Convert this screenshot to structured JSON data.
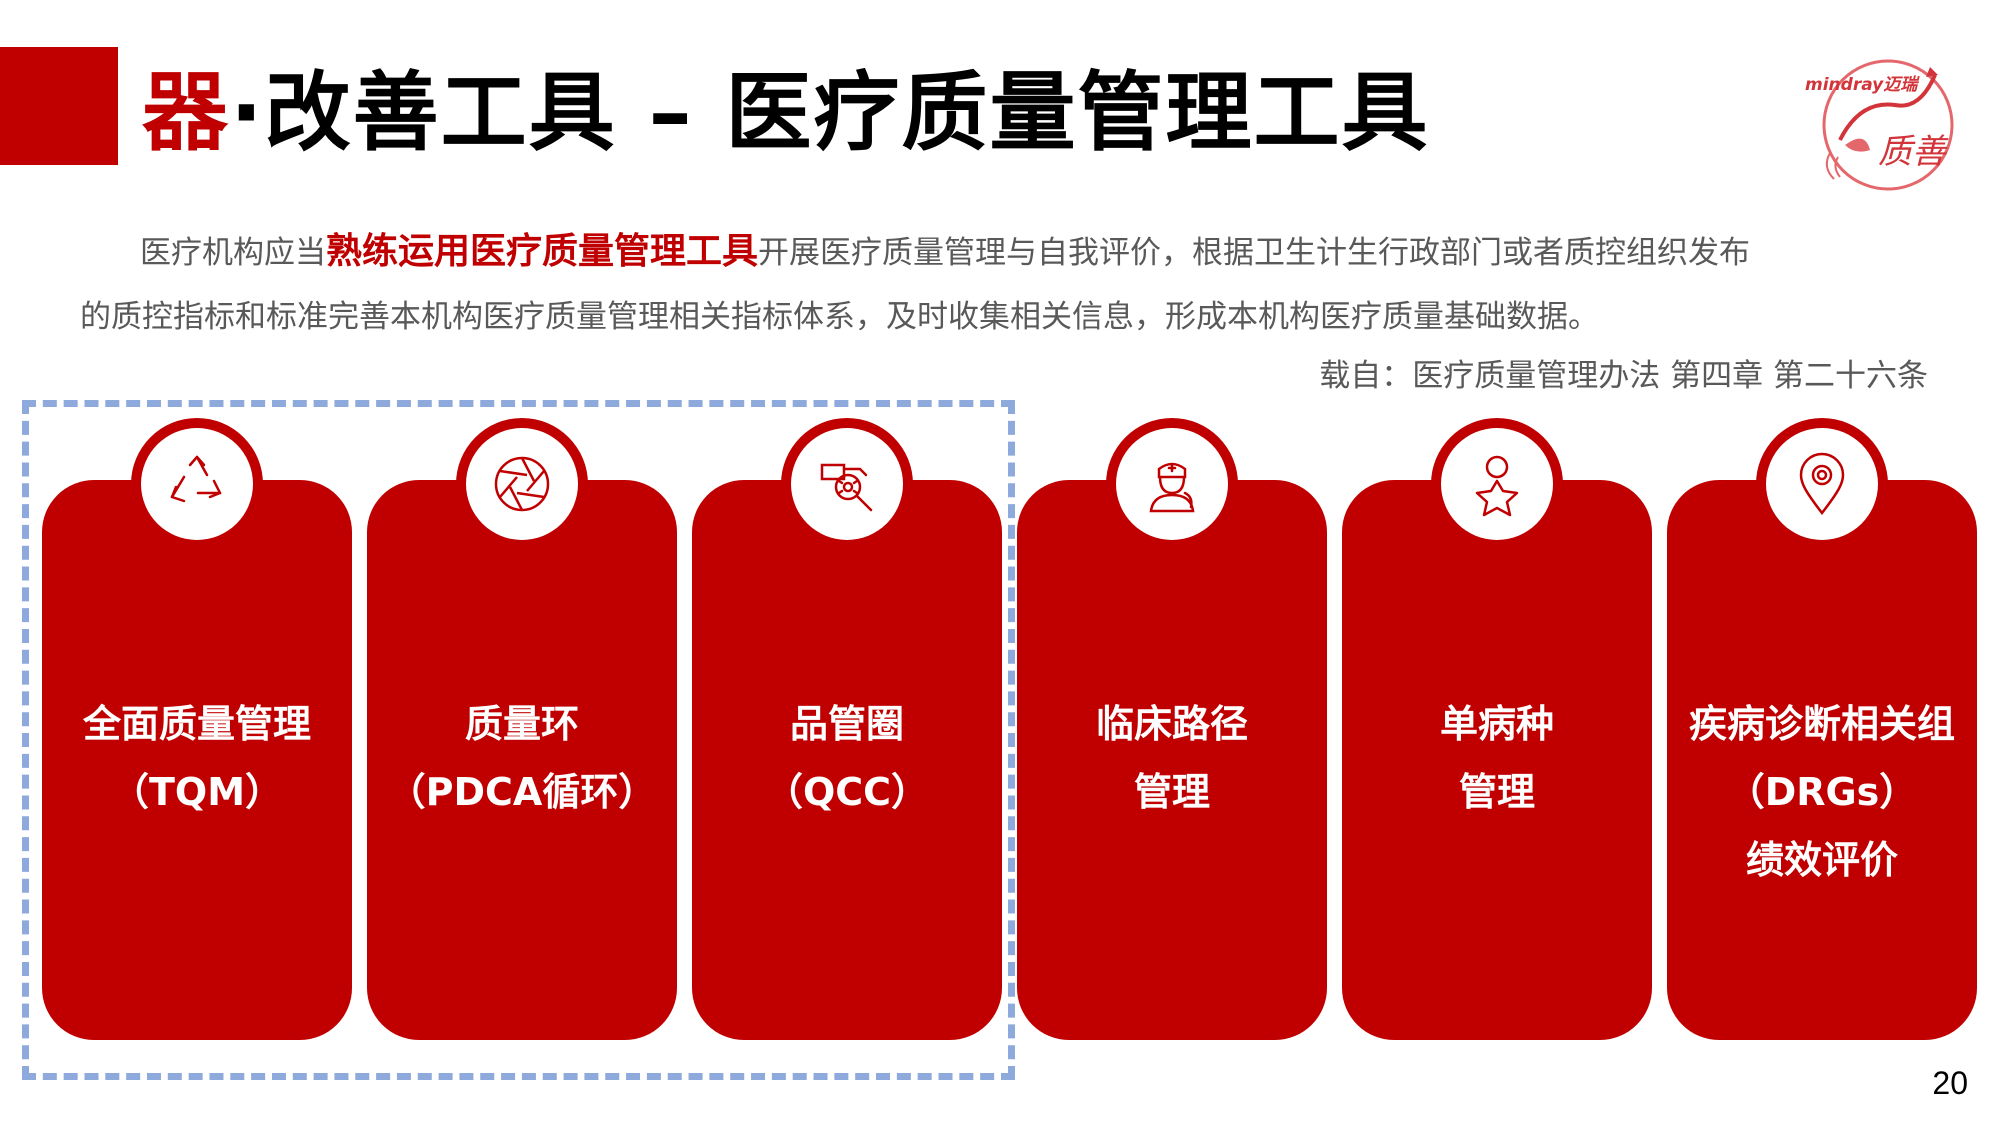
{
  "title": {
    "accent": "器",
    "rest": "·改善工具 – 医疗质量管理工具"
  },
  "logo": {
    "brand_text": "mindray迈瑞",
    "seal_text": "质善"
  },
  "paragraph": {
    "lead": "医疗机构应当",
    "highlight": "熟练运用医疗质量管理工具",
    "line1_rest": "开展医疗质量管理与自我评价，根据卫生计生行政部门或者质控组织发布",
    "line2": "的质控指标和标准完善本机构医疗质量管理相关指标体系，及时收集相关信息，形成本机构医疗质量基础数据。"
  },
  "citation": "载自：医疗质量管理办法 第四章 第二十六条",
  "cards": [
    {
      "icon": "recycle-icon",
      "lines": [
        "全面质量管理",
        "（TQM）"
      ]
    },
    {
      "icon": "aperture-icon",
      "lines": [
        "质量环",
        "（PDCA循环）"
      ]
    },
    {
      "icon": "magnifier-bug-icon",
      "lines": [
        "品管圈",
        "（QCC）"
      ]
    },
    {
      "icon": "nurse-icon",
      "lines": [
        "临床路径",
        "管理"
      ]
    },
    {
      "icon": "person-star-icon",
      "lines": [
        "单病种",
        "管理"
      ]
    },
    {
      "icon": "location-pin-icon",
      "lines": [
        "疾病诊断相关组",
        "（DRGs）",
        "绩效评价"
      ]
    }
  ],
  "page_number": "20",
  "colors": {
    "accent": "#c00000",
    "dash": "#8ea9db",
    "body_text": "#595959"
  }
}
